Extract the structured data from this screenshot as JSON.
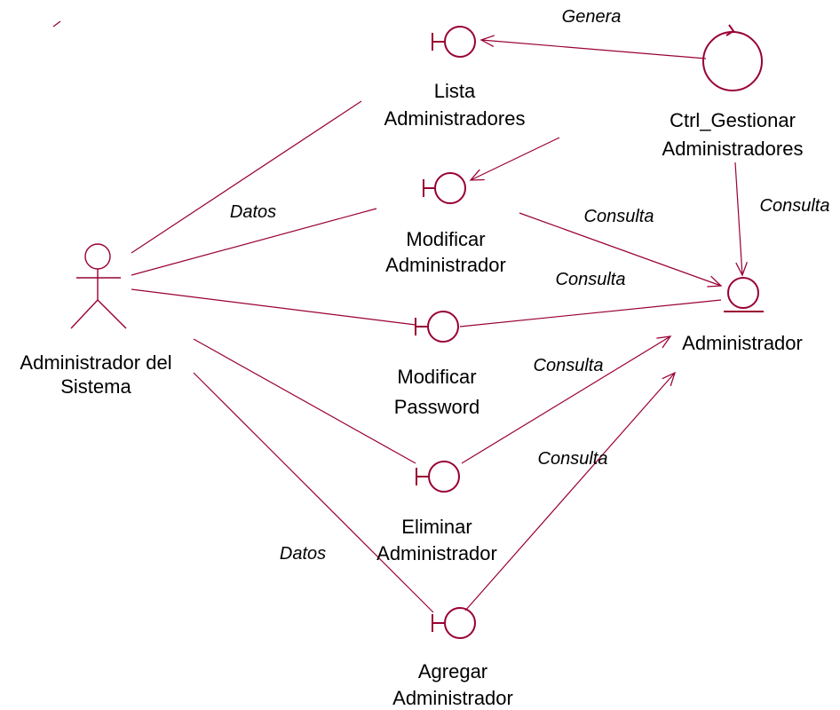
{
  "colors": {
    "stroke": "#990033",
    "text": "#000000",
    "background": "#ffffff"
  },
  "actor": {
    "icon": "actor-stick-figure",
    "label_line1": "Administrador del",
    "label_line2": "Sistema"
  },
  "boundaries": {
    "lista": {
      "icon": "boundary-icon",
      "line1": "Lista",
      "line2": "Administradores"
    },
    "modificar": {
      "icon": "boundary-icon",
      "line1": "Modificar",
      "line2": "Administrador"
    },
    "password": {
      "icon": "boundary-icon",
      "line1": "Modificar",
      "line2": "Password"
    },
    "eliminar": {
      "icon": "boundary-icon",
      "line1": "Eliminar",
      "line2": "Administrador"
    },
    "agregar": {
      "icon": "boundary-icon",
      "line1": "Agregar",
      "line2": "Administrador"
    }
  },
  "control": {
    "icon": "control-icon",
    "line1": "Ctrl_Gestionar",
    "line2": "Administradores"
  },
  "entity": {
    "icon": "entity-icon",
    "label": "Administrador"
  },
  "edge_labels": {
    "genera": "Genera",
    "datos_top": "Datos",
    "datos_bottom": "Datos",
    "consulta_modificar": "Consulta",
    "consulta_ctrl": "Consulta",
    "consulta_password": "Consulta",
    "consulta_eliminar": "Consulta",
    "consulta_agregar": "Consulta"
  }
}
